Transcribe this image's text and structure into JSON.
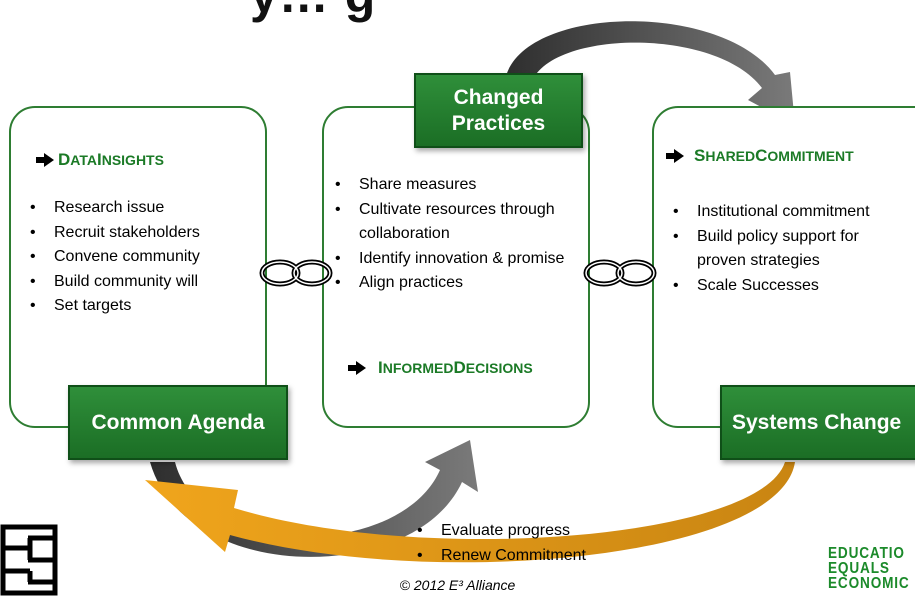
{
  "title_fragment": "y… g",
  "panels": {
    "left": {
      "heading_first": "D",
      "heading_rest": "ATA ",
      "heading_second": "I",
      "heading_second_rest": "NSIGHTS",
      "items": [
        "Research issue",
        "Recruit stakeholders",
        "Convene community",
        "Build community will",
        "Set targets"
      ],
      "label": "Common Agenda"
    },
    "middle": {
      "label_line1": "Changed",
      "label_line2": "Practices",
      "items": [
        "Share measures",
        "Cultivate resources through collaboration",
        "Identify innovation & promise",
        "Align practices"
      ],
      "heading_first": "I",
      "heading_rest": "NFORMED ",
      "heading_second": "D",
      "heading_second_rest": "ECISIONS"
    },
    "right": {
      "heading_first": "S",
      "heading_rest": "HARED ",
      "heading_second": "C",
      "heading_second_rest": "OMMITMENT",
      "items": [
        "Institutional commitment",
        "Build policy support for proven strategies",
        "Scale Successes"
      ],
      "label": "Systems Change"
    }
  },
  "bottom_items": [
    "Evaluate progress",
    "Renew Commitment"
  ],
  "footer": "© 2012 E³ Alliance",
  "logo_right": [
    "EDUCATIO",
    "EQUALS",
    "ECONOMIC"
  ],
  "colors": {
    "green": "#1b7a26",
    "arrow_gray": "#5a5a5a",
    "arrow_orange": "#e08a10"
  }
}
